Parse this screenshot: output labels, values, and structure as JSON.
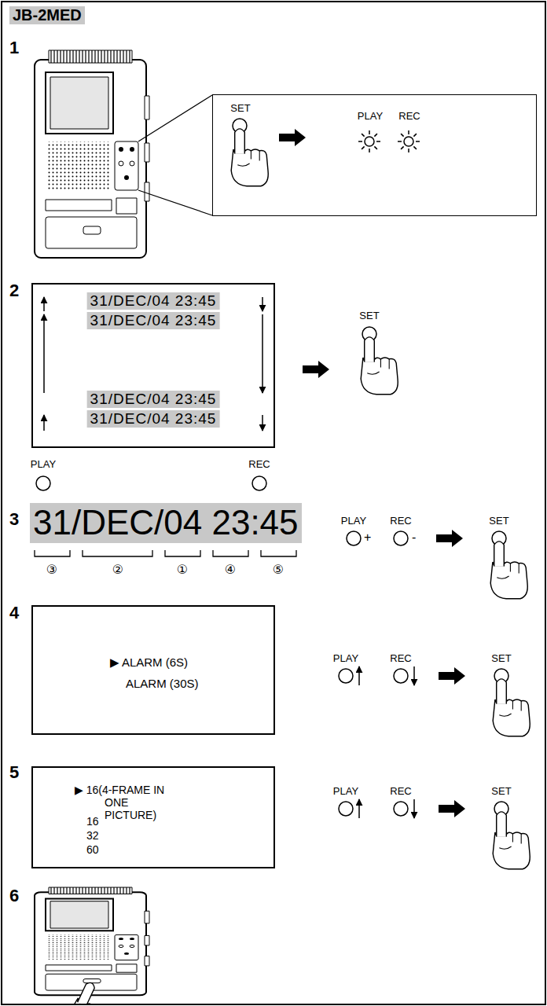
{
  "diagram": {
    "title": "JB-2MED",
    "nodes": [
      {
        "text": [
          "SET",
          "PLAY",
          "REC"
        ]
      },
      {
        "text": [
          "31/DEC/04 23:45",
          "31/DEC/04 23:45",
          "31/DEC/04 23:45",
          "31/DEC/04 23:45"
        ]
      },
      {
        "text": [
          "▶ ALARM (6S)",
          "ALARM (30S)"
        ]
      },
      {
        "text": [
          "▶ 16(4-FRAME IN ONE PICTURE)",
          "16",
          "32",
          "60"
        ]
      }
    ],
    "labels": [
      "1",
      "2",
      "PLAY",
      "REC",
      "SET",
      "3",
      "31/DEC/04 23:45",
      "③",
      "②",
      "①",
      "④",
      "⑤",
      "PLAY",
      "+",
      "REC",
      "-",
      "SET",
      "4",
      "PLAY",
      "REC",
      "SET",
      "5",
      "PLAY",
      "REC",
      "SET",
      "6"
    ]
  }
}
